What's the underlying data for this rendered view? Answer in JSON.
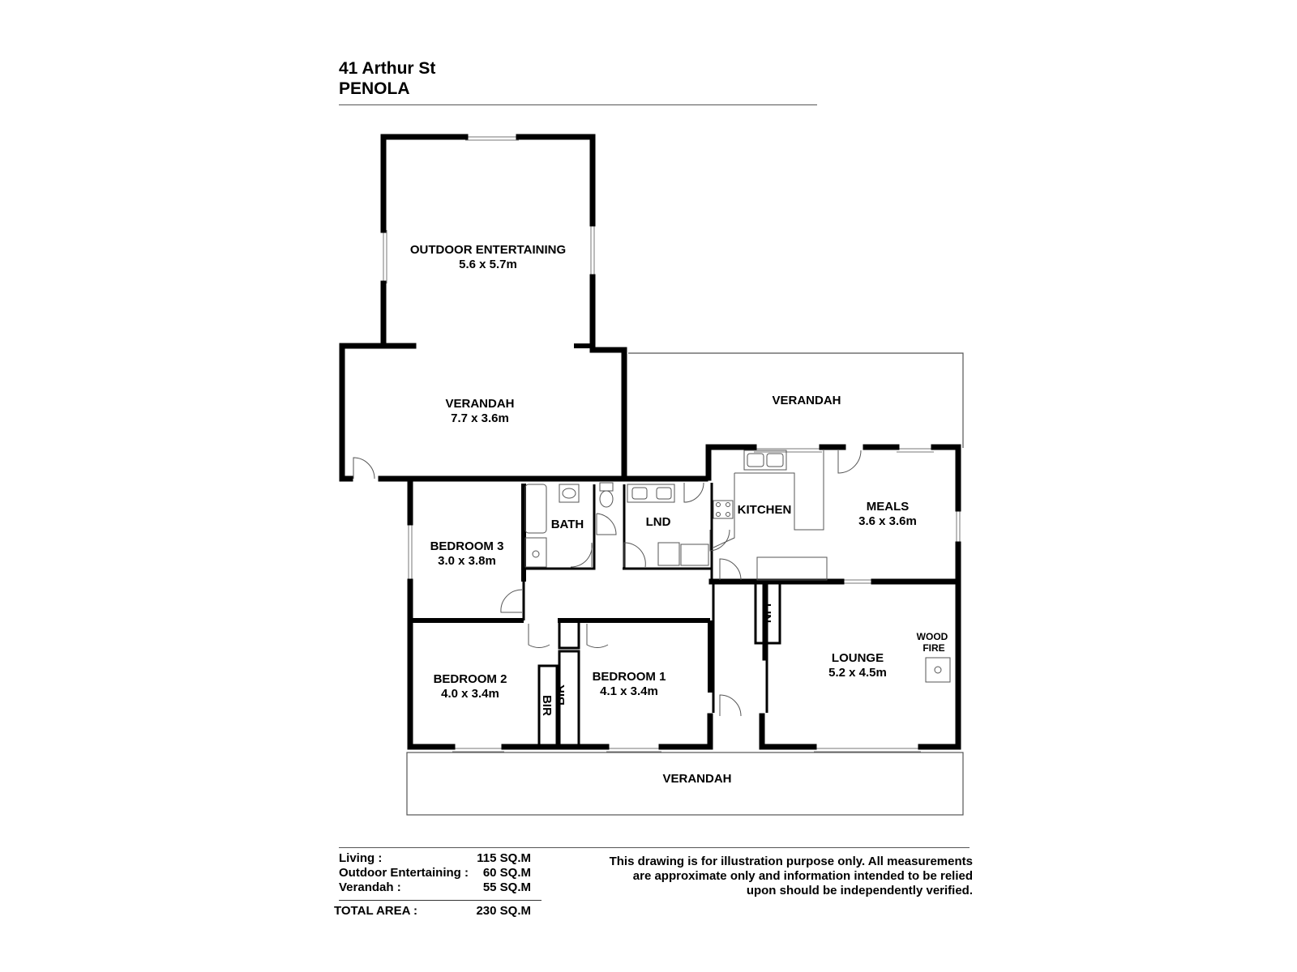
{
  "header": {
    "address_line1": "41 Arthur St",
    "address_line2": "PENOLA"
  },
  "rooms": [
    {
      "id": "outdoor-entertaining",
      "name": "OUTDOOR ENTERTAINING",
      "size": "5.6 x 5.7m"
    },
    {
      "id": "verandah-rear-left",
      "name": "VERANDAH",
      "size": "7.7 x 3.6m"
    },
    {
      "id": "verandah-rear-right",
      "name": "VERANDAH",
      "size": ""
    },
    {
      "id": "kitchen",
      "name": "KITCHEN",
      "size": ""
    },
    {
      "id": "meals",
      "name": "MEALS",
      "size": "3.6 x 3.6m"
    },
    {
      "id": "bath",
      "name": "BATH",
      "size": ""
    },
    {
      "id": "lnd",
      "name": "LND",
      "size": ""
    },
    {
      "id": "bedroom-3",
      "name": "BEDROOM 3",
      "size": "3.0 x 3.8m"
    },
    {
      "id": "lin",
      "name": "LIN",
      "size": ""
    },
    {
      "id": "lounge",
      "name": "LOUNGE",
      "size": "5.2 x 4.5m"
    },
    {
      "id": "bedroom-2",
      "name": "BEDROOM 2",
      "size": "4.0 x 3.4m"
    },
    {
      "id": "bedroom-1",
      "name": "BEDROOM 1",
      "size": "4.1 x 3.4m"
    },
    {
      "id": "bir-left",
      "name": "BIR",
      "size": ""
    },
    {
      "id": "bir-right",
      "name": "BIR",
      "size": ""
    },
    {
      "id": "verandah-front",
      "name": "VERANDAH",
      "size": ""
    }
  ],
  "fixtures": {
    "wood_fire_line1": "WOOD",
    "wood_fire_line2": "FIRE"
  },
  "areas": [
    {
      "label": "Living :",
      "value": "115 SQ.M"
    },
    {
      "label": "Outdoor Entertaining :",
      "value": "60 SQ.M"
    },
    {
      "label": "Verandah :",
      "value": "55 SQ.M"
    }
  ],
  "total": {
    "label": "TOTAL AREA :",
    "value": "230 SQ.M"
  },
  "disclaimer": {
    "line1": "This drawing is for illustration purpose only. All measurements",
    "line2": "are approximate only and information intended to be relied",
    "line3": "upon should be independently verified."
  }
}
